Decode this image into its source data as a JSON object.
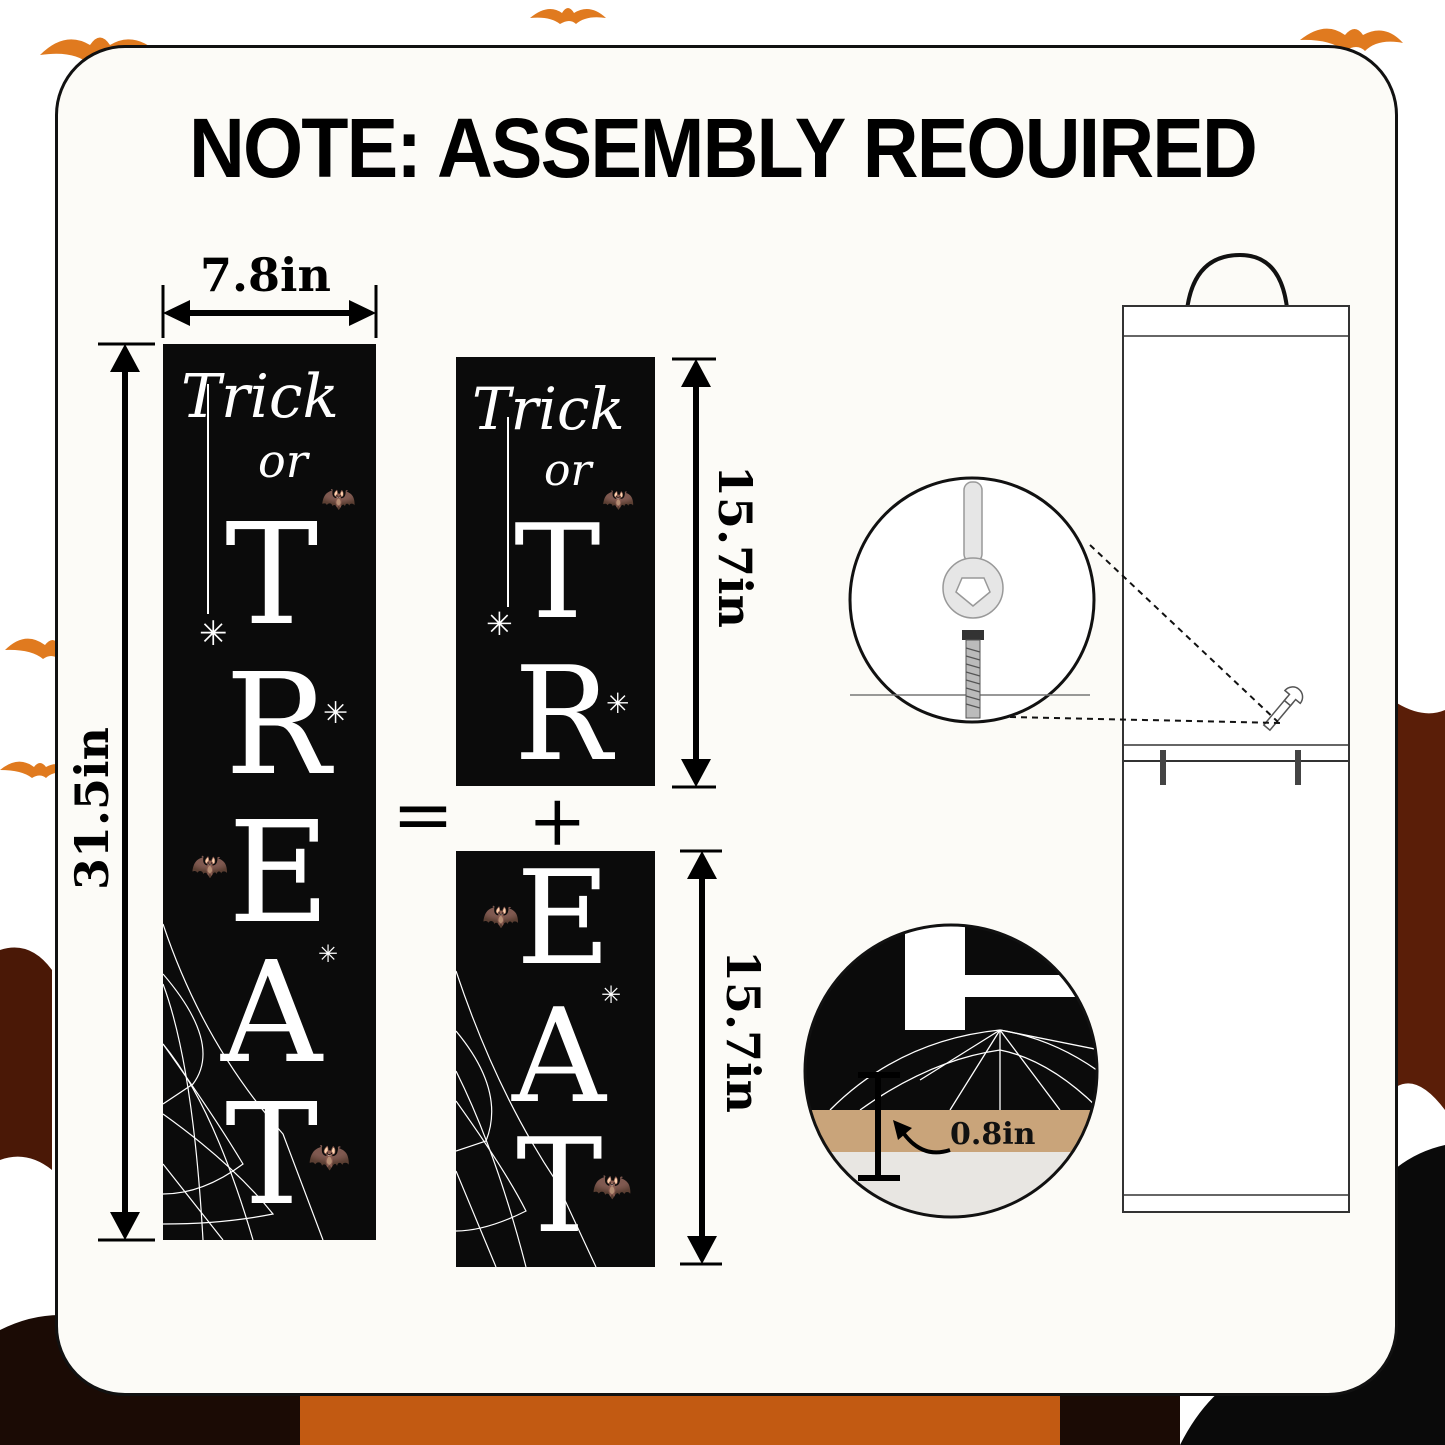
{
  "heading": "NOTE: ASSEMBLY REOUIRED",
  "full_sign": {
    "width_label": "7.8in",
    "height_label": "31.5in",
    "script_line1": "Trick",
    "script_line2": "or",
    "letters": [
      "T",
      "R",
      "E",
      "A",
      "T"
    ]
  },
  "equals_symbol": "=",
  "plus_symbol": "+",
  "top_panel": {
    "height_label": "15.7in",
    "script_line1": "Trick",
    "script_line2": "or",
    "letters": [
      "T",
      "R"
    ]
  },
  "bottom_panel": {
    "height_label": "15.7in",
    "letters": [
      "E",
      "A",
      "T"
    ]
  },
  "thickness_label": "0.8in",
  "colors": {
    "sign_background": "#0b0b0b",
    "sign_text": "#ffffff",
    "card_background": "#fcfbf7",
    "accent_orange": "#e07a1f"
  }
}
